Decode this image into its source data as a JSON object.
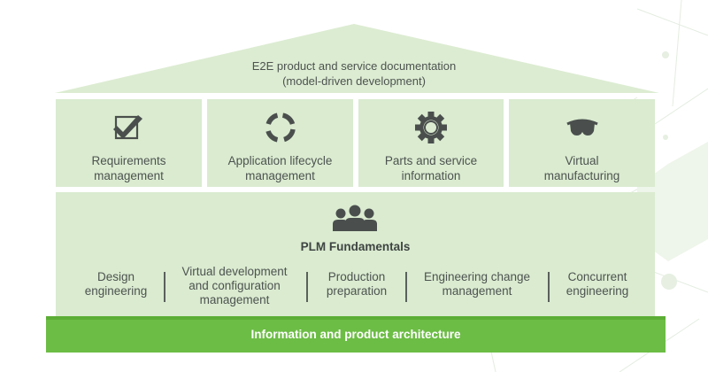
{
  "colors": {
    "panel_fill": "#daebd0",
    "roof_fill": "#dcecd2",
    "base_bar": "#6cbd45",
    "icon_color": "#4a4f4d",
    "text_color": "#4d5350"
  },
  "roof": {
    "line1": "E2E product and service documentation",
    "line2": "(model-driven development)"
  },
  "cards": [
    {
      "icon": "checkbox-check-icon",
      "line1": "Requirements",
      "line2": "management"
    },
    {
      "icon": "lifecycle-circle-icon",
      "line1": "Application lifecycle",
      "line2": "management"
    },
    {
      "icon": "gear-icon",
      "line1": "Parts and service",
      "line2": "information"
    },
    {
      "icon": "vr-headset-icon",
      "line1": "Virtual",
      "line2": "manufacturing"
    }
  ],
  "plm": {
    "icon": "people-group-icon",
    "title": "PLM Fundamentals",
    "fundamentals": [
      {
        "line1": "Design",
        "line2": "engineering",
        "line3": ""
      },
      {
        "line1": "Virtual development",
        "line2": "and configuration",
        "line3": "management"
      },
      {
        "line1": "Production",
        "line2": "preparation",
        "line3": ""
      },
      {
        "line1": "Engineering change",
        "line2": "management",
        "line3": ""
      },
      {
        "line1": "Concurrent",
        "line2": "engineering",
        "line3": ""
      }
    ]
  },
  "base": {
    "label": "Information and product architecture"
  }
}
